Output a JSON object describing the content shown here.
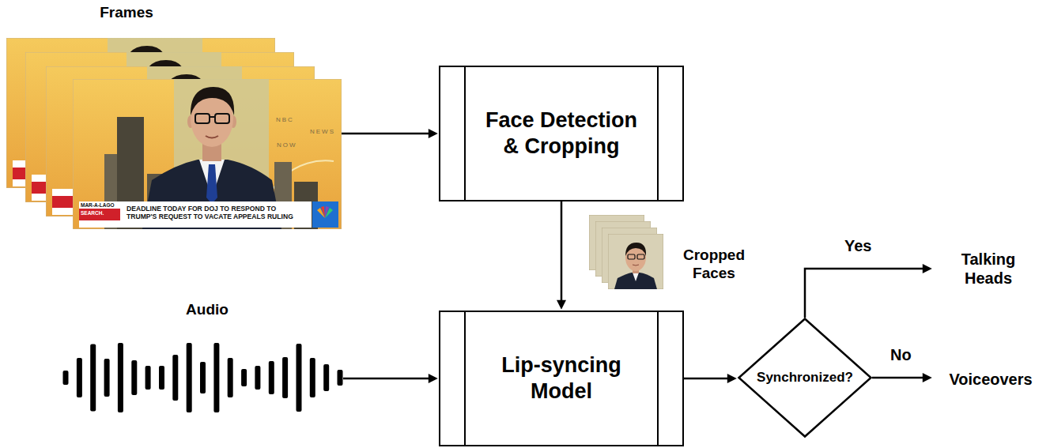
{
  "diagram": {
    "nodes": [
      {
        "text": [
          "Frames"
        ]
      },
      {
        "text": [
          "Face Detection & Cropping"
        ]
      },
      {
        "text": [
          "Audio"
        ]
      },
      {
        "text": [
          "Lip-syncing Model"
        ]
      },
      {
        "text": [
          "Synchronized?"
        ]
      },
      {
        "text": [
          "Talking Heads"
        ]
      },
      {
        "text": [
          "Voiceovers"
        ]
      }
    ],
    "edges": [
      {
        "from": 0,
        "to": 1,
        "arrow": "to"
      },
      {
        "from": 1,
        "to": 3,
        "arrow": "to"
      },
      {
        "from": 2,
        "to": 3,
        "arrow": "to"
      },
      {
        "from": 3,
        "to": 4,
        "arrow": "to"
      },
      {
        "from": 4,
        "to": 5,
        "label": "Yes",
        "arrow": "to"
      },
      {
        "from": 4,
        "to": 6,
        "label": "No",
        "arrow": "to"
      }
    ],
    "labels": [
      "Cropped Faces",
      "MAR-A-LAGO",
      "SEARCH.",
      "DEADLINE TODAY FOR DOJ TO RESPOND TO TRUMP'S REQUEST TO VACATE APPEALS RULING",
      "NBC",
      "NEWS",
      "NOW"
    ]
  }
}
